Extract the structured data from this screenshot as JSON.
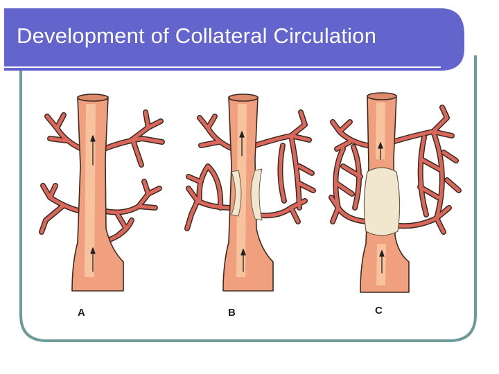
{
  "slide": {
    "title": "Development of Collateral Circulation",
    "panels": [
      {
        "label": "A"
      },
      {
        "label": "B"
      },
      {
        "label": "C"
      }
    ]
  },
  "colors": {
    "title_bar": "#6465CC",
    "frame_border": "#6E9A9A",
    "vessel_fill": "#F0A07E",
    "vessel_light": "#F7C29E",
    "vessel_outline": "#3A2A22",
    "branch_fill": "#D9675B",
    "thrombus_fill": "#F1E6CE"
  }
}
